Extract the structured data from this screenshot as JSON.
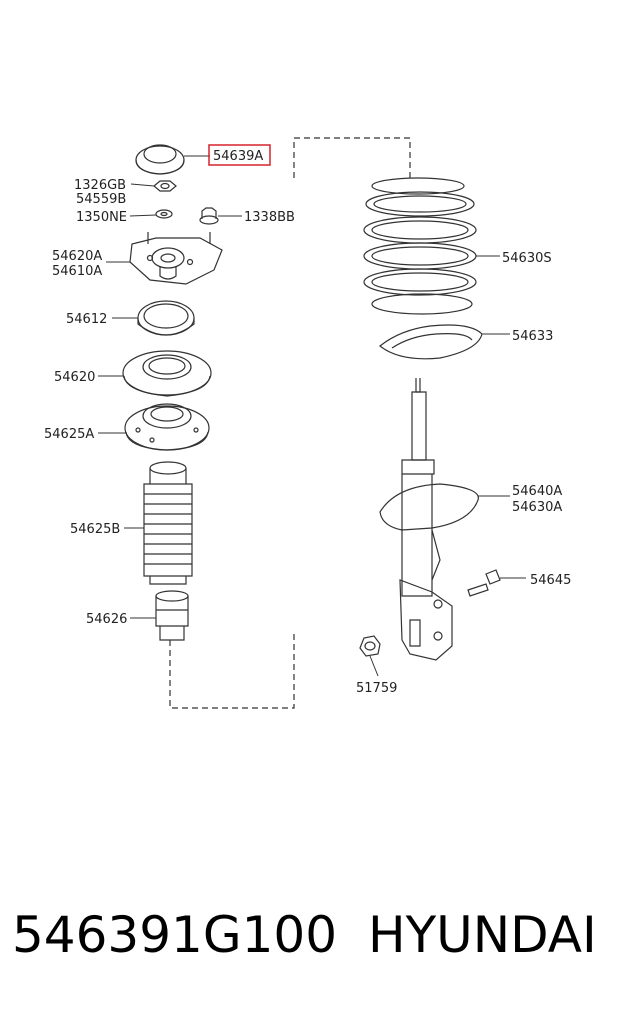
{
  "callouts": {
    "p54639A": "54639A",
    "p1326GB": "1326GB",
    "p54559B": "54559B",
    "p1350NE": "1350NE",
    "p1338BB": "1338BB",
    "p54620A": "54620A",
    "p54610A": "54610A",
    "p54612": "54612",
    "p54620": "54620",
    "p54625A": "54625A",
    "p54625B": "54625B",
    "p54626": "54626",
    "p54630S": "54630S",
    "p54633": "54633",
    "p54640A": "54640A",
    "p54630A": "54630A",
    "p54645": "54645",
    "p51759": "51759"
  },
  "highlight_color": "#d6232a",
  "caption": {
    "part_number": "546391G100",
    "brand": "HYUNDAI"
  }
}
